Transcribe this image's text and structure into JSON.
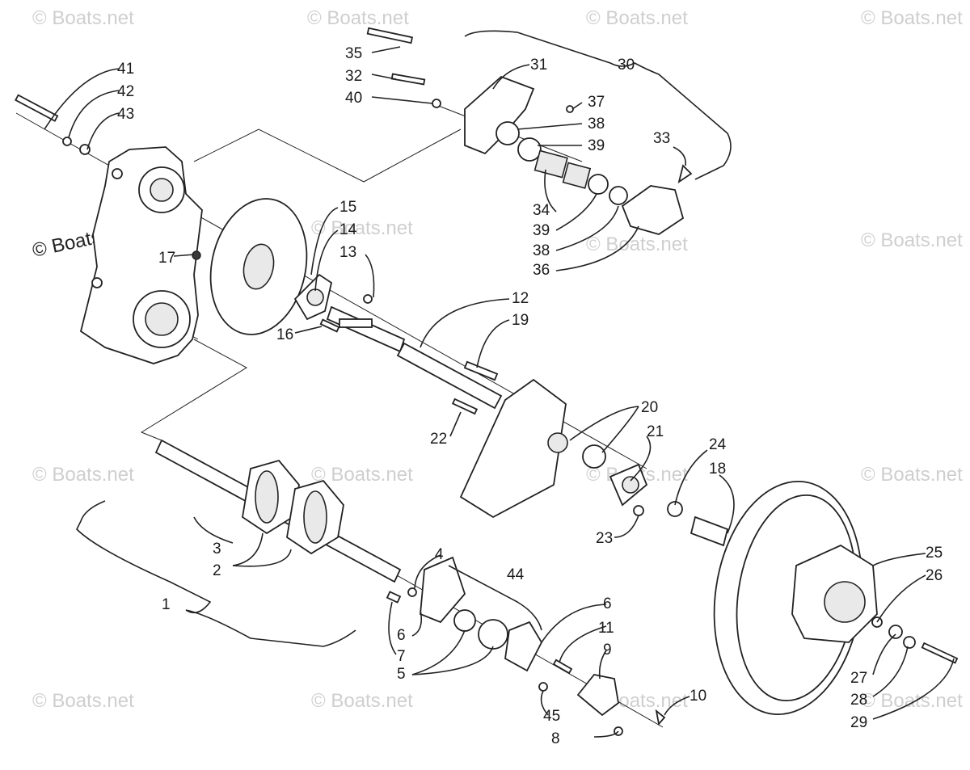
{
  "watermark": "© Boats.net",
  "callouts": [
    "1",
    "2",
    "3",
    "4",
    "5",
    "6",
    "6",
    "7",
    "8",
    "9",
    "10",
    "11",
    "12",
    "13",
    "14",
    "15",
    "16",
    "17",
    "18",
    "19",
    "20",
    "21",
    "22",
    "23",
    "24",
    "25",
    "26",
    "27",
    "28",
    "29",
    "30",
    "31",
    "32",
    "33",
    "34",
    "35",
    "36",
    "37",
    "38",
    "38",
    "39",
    "39",
    "40",
    "41",
    "42",
    "43",
    "44",
    "45"
  ]
}
